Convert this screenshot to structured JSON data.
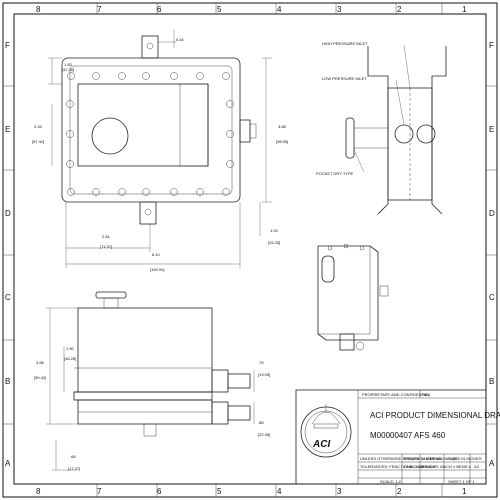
{
  "border": {
    "columns": [
      "8",
      "7",
      "6",
      "5",
      "4",
      "3",
      "2",
      "1"
    ],
    "rows": [
      "F",
      "E",
      "D",
      "C",
      "B",
      "A"
    ]
  },
  "labels": {
    "high_pressure_inlet": "HIGH PRESSURE INLET",
    "low_pressure_inlet": "LOW PRESSURE INLET",
    "pocket_dry_type": "POCKET DRY TYPE"
  },
  "dimensions": {
    "top_small_width": "0.44",
    "left_height_1": "1.83",
    "left_height_1_mm": "[47.26]",
    "left_height_2": "2.26",
    "left_height_2_mm": "[57.42]",
    "right_height": "3.88",
    "right_height_mm": "[98.55]",
    "bottom_right": "1.04",
    "bottom_right_mm": "[26.33]",
    "width_1": "2.81",
    "width_1_mm": "[71.37]",
    "width_2": "6.10",
    "width_2_mm": "[154.94]",
    "side_height": "3.56",
    "side_height_mm": "[90.42]",
    "side_top": "1.90",
    "side_top_mm": "[48.26]",
    "side_right_1": ".75",
    "side_right_1_mm": "[19.05]",
    "side_right_2": ".88",
    "side_right_2_mm": "[22.35]",
    "bottom_left": ".68",
    "bottom_left_mm": "[17.27]"
  },
  "title_block": {
    "title": "ACI PRODUCT DIMENSIONAL DRAWING",
    "part": "M00000407 AFS 460",
    "logo_text": "ACI",
    "size_label": "SIZE",
    "size_value": "A3",
    "notes": "UNLESS OTHERWISE SPECIFIED: DIMENSIONS ARE IN INCHES",
    "tolerance": "TOLERANCES: FRACTIONAL ± ANGULAR: MACH ± BEND ±",
    "material": "MATERIAL",
    "finish": "FINISH",
    "drawn": "DRAWN",
    "checked": "CHECKED",
    "scale": "SCALE: 1:2",
    "sheet": "SHEET 1 OF 1",
    "proprietary": "PROPRIETARY AND CONFIDENTIAL",
    "rev": "REV"
  }
}
